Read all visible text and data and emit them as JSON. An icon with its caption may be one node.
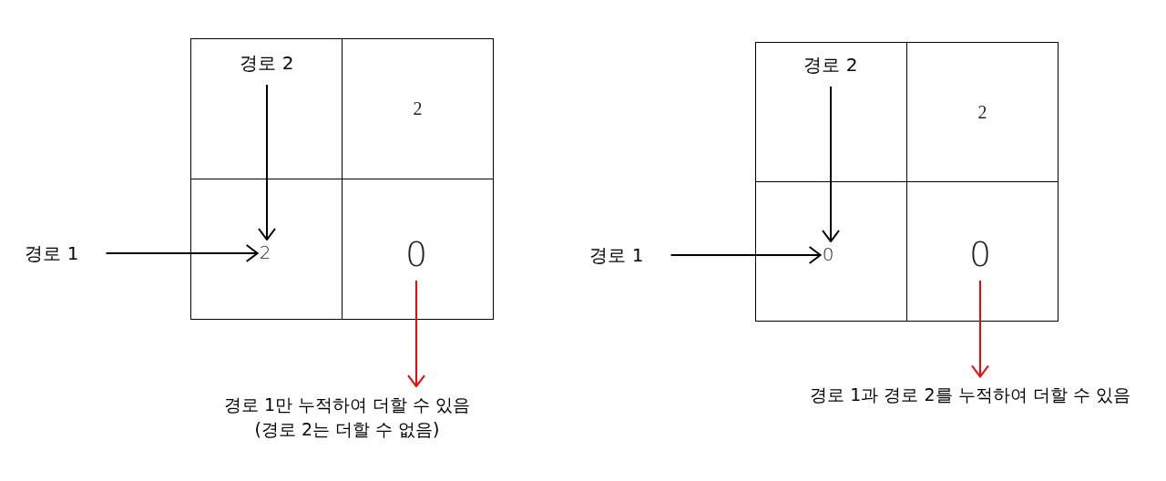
{
  "diagram": {
    "nodes": [
      {
        "text": [],
        "shape": "box"
      },
      {
        "text": [
          "경로 2"
        ],
        "in": 0
      },
      {
        "text": [
          "2"
        ]
      },
      {
        "text": [],
        "shape": "box"
      },
      {
        "text": [
          "2"
        ],
        "in": 3
      },
      {
        "text": [],
        "shape": "box"
      },
      {
        "text": [
          "0"
        ],
        "in": 5
      },
      {
        "text": [
          "경로 1"
        ]
      },
      {
        "text": [
          "경로 1만 누적하여 더할 수 있음",
          "(경로 2는 더할 수 없음)"
        ]
      },
      {
        "text": [],
        "shape": "box"
      },
      {
        "text": [
          "경로 2"
        ],
        "in": 9
      },
      {
        "text": [
          "2"
        ]
      },
      {
        "text": [],
        "shape": "box"
      },
      {
        "text": [
          "0"
        ],
        "in": 12
      },
      {
        "text": [],
        "shape": "box"
      },
      {
        "text": [
          "0"
        ],
        "in": 14
      },
      {
        "text": [
          "경로 1"
        ]
      },
      {
        "text": [
          "경로 1과 경로 2를 누적하여 더할 수 있음"
        ]
      }
    ],
    "edges": [
      {
        "from": 1,
        "to": 4,
        "arrow": "to"
      },
      {
        "from": 7,
        "to": 4,
        "arrow": "to"
      },
      {
        "from": 6,
        "to": 8,
        "arrow": "to",
        "color": "#ff0000"
      },
      {
        "from": 10,
        "to": 13,
        "arrow": "to"
      },
      {
        "from": 16,
        "to": 13,
        "arrow": "to"
      },
      {
        "from": 15,
        "to": 17,
        "arrow": "to",
        "color": "#ff0000"
      }
    ]
  }
}
